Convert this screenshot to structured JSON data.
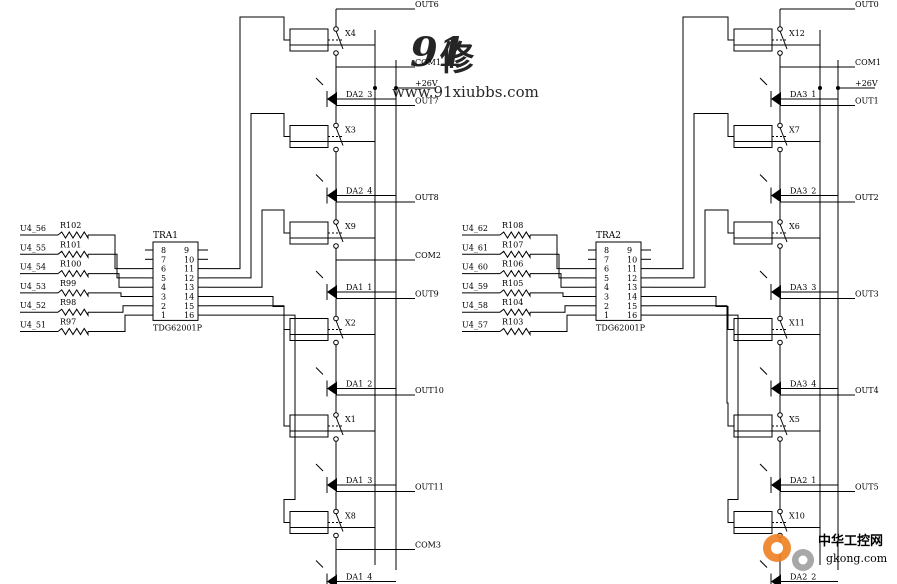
{
  "colors": {
    "ink": "#000000",
    "watermark_blue": "#4a8fd8",
    "watermark_orange": "#f0a020",
    "gkong_orange": "#f08020",
    "gkong_gray": "#777777"
  },
  "left": {
    "chip_ref": "TRA1",
    "chip_part": "TDG62001P",
    "left_pins": [
      "8",
      "7",
      "6",
      "5",
      "4",
      "3",
      "2",
      "1"
    ],
    "right_pins": [
      "9",
      "10",
      "11",
      "12",
      "13",
      "14",
      "15",
      "16"
    ],
    "inputs": [
      {
        "net": "U4_56",
        "res": "R102"
      },
      {
        "net": "U4_55",
        "res": "R101"
      },
      {
        "net": "U4_54",
        "res": "R100"
      },
      {
        "net": "U4_53",
        "res": "R99"
      },
      {
        "net": "U4_52",
        "res": "R98"
      },
      {
        "net": "U4_51",
        "res": "R97"
      }
    ],
    "channels": [
      {
        "relay": "X4",
        "diode": "DA2_3",
        "out": "OUT6",
        "com": "COM1"
      },
      {
        "relay": "X3",
        "diode": "DA2_4",
        "out": "OUT7",
        "com": ""
      },
      {
        "relay": "X9",
        "diode": "DA1_1",
        "out": "OUT8",
        "com": "COM2"
      },
      {
        "relay": "X2",
        "diode": "DA1_2",
        "out": "OUT9",
        "com": ""
      },
      {
        "relay": "X1",
        "diode": "DA1_3",
        "out": "OUT10",
        "com": ""
      },
      {
        "relay": "X8",
        "diode": "DA1_4",
        "out": "OUT11",
        "com": "COM3"
      }
    ],
    "supply": "+26V"
  },
  "right": {
    "chip_ref": "TRA2",
    "chip_part": "TDG62001P",
    "left_pins": [
      "8",
      "7",
      "6",
      "5",
      "4",
      "3",
      "2",
      "1"
    ],
    "right_pins": [
      "9",
      "10",
      "11",
      "12",
      "13",
      "14",
      "15",
      "16"
    ],
    "inputs": [
      {
        "net": "U4_62",
        "res": "R108"
      },
      {
        "net": "U4_61",
        "res": "R107"
      },
      {
        "net": "U4_60",
        "res": "R106"
      },
      {
        "net": "U4_59",
        "res": "R105"
      },
      {
        "net": "U4_58",
        "res": "R104"
      },
      {
        "net": "U4_57",
        "res": "R103"
      }
    ],
    "channels": [
      {
        "relay": "X12",
        "diode": "DA3_1",
        "out": "OUT0",
        "com": "COM1"
      },
      {
        "relay": "X7",
        "diode": "DA3_2",
        "out": "OUT1",
        "com": ""
      },
      {
        "relay": "X6",
        "diode": "DA3_3",
        "out": "OUT2",
        "com": ""
      },
      {
        "relay": "X11",
        "diode": "DA3_4",
        "out": "OUT3",
        "com": ""
      },
      {
        "relay": "X5",
        "diode": "DA2_1",
        "out": "OUT4",
        "com": ""
      },
      {
        "relay": "X10",
        "diode": "DA2_2",
        "out": "OUT5",
        "com": ""
      }
    ],
    "supply": "+26V"
  },
  "watermark": {
    "url": "www.91xiubbs.com",
    "logo": "91",
    "logo_char": "修"
  },
  "footer_logo": {
    "cn": "中华工控网",
    "domain": "gkong.com"
  }
}
